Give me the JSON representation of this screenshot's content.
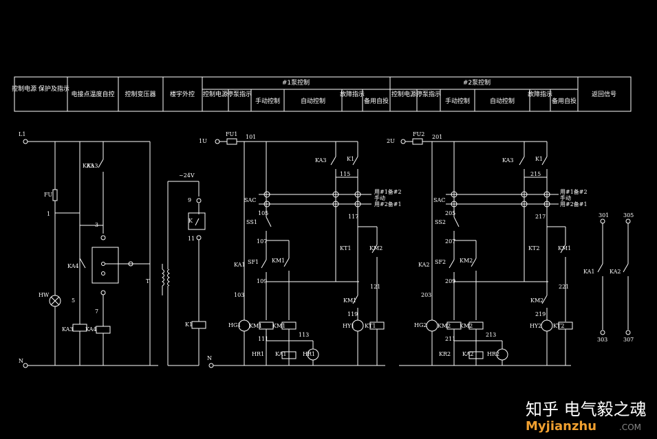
{
  "header": {
    "cells": [
      "控制电源 保护及指示",
      "电接点温度自控",
      "控制变压器",
      "楼宇外控",
      "#1泵控制",
      "控制电源",
      "停泵指示",
      "手动控制",
      "自动控制",
      "故障指示",
      "备用自投",
      "#2泵控制",
      "控制电源",
      "停泵指示",
      "手动控制",
      "自动控制",
      "故障指示",
      "备用自投",
      "返回信号"
    ]
  },
  "labels": {
    "col1": [
      "L1",
      "FU",
      "1",
      "KA3",
      "HW",
      "5",
      "KA3",
      "N"
    ],
    "col2": [
      "KA3",
      "3",
      "KA4",
      "7",
      "KA4",
      "T"
    ],
    "col3": [
      "~24V",
      "9",
      "K",
      "11",
      "K1"
    ],
    "pump1": [
      "1U",
      "FU1",
      "101",
      "KA3",
      "K1",
      "115",
      "SAC",
      "用#1备#2",
      "手动",
      "用#2备#1",
      "105",
      "117",
      "SS1",
      "107",
      "KT1",
      "KM2",
      "KA1",
      "SF1",
      "KM1",
      "109",
      "121",
      "103",
      "KM1",
      "119",
      "HG1",
      "KM1",
      "KM1",
      "HY1",
      "KT1",
      "111",
      "113",
      "HR1",
      "KA1",
      "HR1",
      "N"
    ],
    "pump2": [
      "2U",
      "FU2",
      "201",
      "KA3",
      "K1",
      "215",
      "SAC",
      "用#1备#2",
      "手动",
      "用#2备#1",
      "205",
      "217",
      "SS2",
      "207",
      "KT2",
      "KM1",
      "KA2",
      "SF2",
      "KM2",
      "209",
      "221",
      "203",
      "KM2",
      "219",
      "HG2",
      "KM2",
      "KM2",
      "HY2",
      "KT2",
      "211",
      "213",
      "KR2",
      "KA2",
      "HR2"
    ],
    "return": [
      "301",
      "305",
      "KA1",
      "KA2",
      "303",
      "307"
    ]
  },
  "watermark": {
    "text": "知乎 电气毅之魂",
    "url": "Myjianzhu",
    "suffix": ".COM",
    "url_color": "#f0a030"
  }
}
